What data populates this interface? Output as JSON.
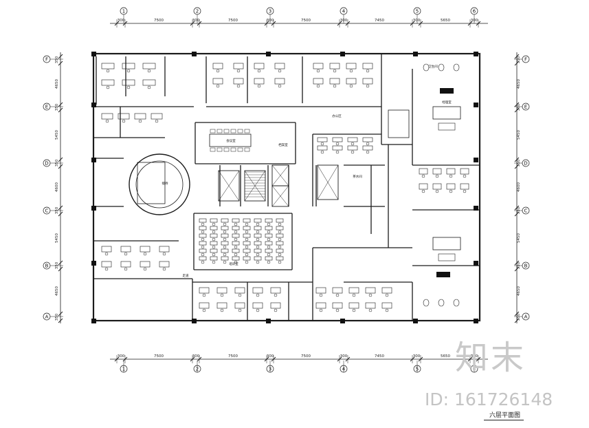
{
  "grid": {
    "column_labels": [
      "1",
      "2",
      "3",
      "4",
      "5",
      "6"
    ],
    "row_labels": [
      "A",
      "B",
      "C",
      "D",
      "E",
      "F"
    ],
    "top_dimensions": [
      "300",
      "7500",
      "300",
      "7500",
      "300",
      "7500",
      "300",
      "7450",
      "300",
      "5650",
      "300"
    ],
    "bottom_dimensions": [
      "300",
      "7500",
      "300",
      "7500",
      "300",
      "7500",
      "300",
      "7450",
      "300",
      "5650",
      "300"
    ],
    "side_dimensions": [
      "350",
      "4650",
      "350",
      "5450",
      "350",
      "4600",
      "350",
      "5450",
      "350",
      "4650",
      "350"
    ]
  },
  "rooms": {
    "meeting": "会议室",
    "reception": "接待",
    "manager": "经理室",
    "training": "培训室",
    "office": "办公区",
    "corridor": "走道",
    "pantry": "茶水间",
    "toilet": "卫生间",
    "archive": "档案室"
  },
  "watermark": {
    "logo": "知末",
    "id": "ID: 161726148"
  },
  "drawing_title": "六层平面图"
}
